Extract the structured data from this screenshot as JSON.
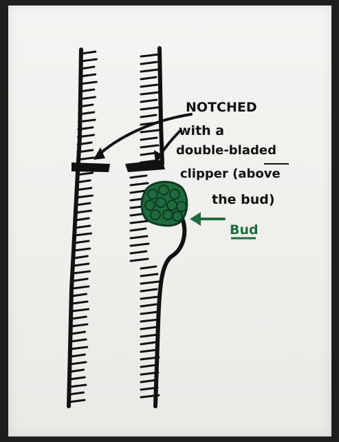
{
  "labels": {
    "line1": "NOTCHED",
    "line2": "with a",
    "line3": "double-bladed",
    "line4": "clipper (above",
    "line5": "the bud)",
    "bud": "Bud"
  },
  "colors": {
    "ink": "#111111",
    "bud_green": "#1f6b3e",
    "bud_dark": "#0d3a20",
    "paper": "#f2f2f0"
  }
}
